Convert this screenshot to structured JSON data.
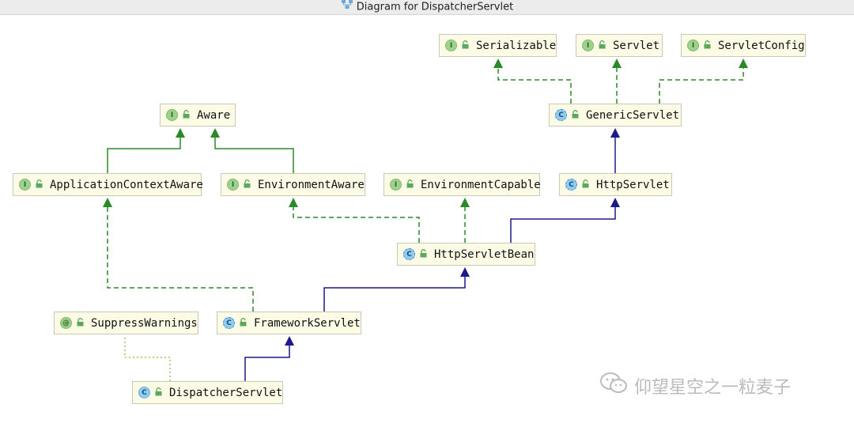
{
  "window": {
    "title": "Diagram for DispatcherServlet",
    "title_icon": "diagram-icon"
  },
  "diagram": {
    "nodes": [
      {
        "id": "serializable",
        "label": "Serializable",
        "kind": "interface",
        "badge": "I"
      },
      {
        "id": "servlet",
        "label": "Servlet",
        "kind": "interface",
        "badge": "I"
      },
      {
        "id": "servlet-config",
        "label": "ServletConfig",
        "kind": "interface",
        "badge": "I"
      },
      {
        "id": "aware",
        "label": "Aware",
        "kind": "interface",
        "badge": "I"
      },
      {
        "id": "generic-servlet",
        "label": "GenericServlet",
        "kind": "abstract-class",
        "badge": "C"
      },
      {
        "id": "application-context-aware",
        "label": "ApplicationContextAware",
        "kind": "interface",
        "badge": "I"
      },
      {
        "id": "environment-aware",
        "label": "EnvironmentAware",
        "kind": "interface",
        "badge": "I"
      },
      {
        "id": "environment-capable",
        "label": "EnvironmentCapable",
        "kind": "interface",
        "badge": "I"
      },
      {
        "id": "http-servlet",
        "label": "HttpServlet",
        "kind": "abstract-class",
        "badge": "C"
      },
      {
        "id": "http-servlet-bean",
        "label": "HttpServletBean",
        "kind": "abstract-class",
        "badge": "C"
      },
      {
        "id": "suppress-warnings",
        "label": "SuppressWarnings",
        "kind": "annotation",
        "badge": "@"
      },
      {
        "id": "framework-servlet",
        "label": "FrameworkServlet",
        "kind": "abstract-class",
        "badge": "C"
      },
      {
        "id": "dispatcher-servlet",
        "label": "DispatcherServlet",
        "kind": "class",
        "badge": "C"
      }
    ],
    "edges": [
      {
        "from": "generic-servlet",
        "to": "serializable",
        "type": "implements"
      },
      {
        "from": "generic-servlet",
        "to": "servlet",
        "type": "implements"
      },
      {
        "from": "generic-servlet",
        "to": "servlet-config",
        "type": "implements"
      },
      {
        "from": "application-context-aware",
        "to": "aware",
        "type": "interface-extends"
      },
      {
        "from": "environment-aware",
        "to": "aware",
        "type": "interface-extends"
      },
      {
        "from": "http-servlet",
        "to": "generic-servlet",
        "type": "extends"
      },
      {
        "from": "http-servlet-bean",
        "to": "environment-aware",
        "type": "implements"
      },
      {
        "from": "http-servlet-bean",
        "to": "environment-capable",
        "type": "implements"
      },
      {
        "from": "http-servlet-bean",
        "to": "http-servlet",
        "type": "extends"
      },
      {
        "from": "framework-servlet",
        "to": "application-context-aware",
        "type": "implements"
      },
      {
        "from": "framework-servlet",
        "to": "http-servlet-bean",
        "type": "extends"
      },
      {
        "from": "dispatcher-servlet",
        "to": "framework-servlet",
        "type": "extends"
      },
      {
        "from": "dispatcher-servlet",
        "to": "suppress-warnings",
        "type": "annotated"
      }
    ],
    "colors": {
      "extends": "#1a1a8c",
      "implements": "#2a8a2a",
      "interface_extends": "#2a8a2a",
      "annotated": "#b5b56a",
      "node_fill": "#fbfbe6",
      "node_border": "#c9c9b6"
    }
  },
  "watermark": {
    "text": "仰望星空之一粒麦子",
    "icon": "wechat-icon"
  }
}
